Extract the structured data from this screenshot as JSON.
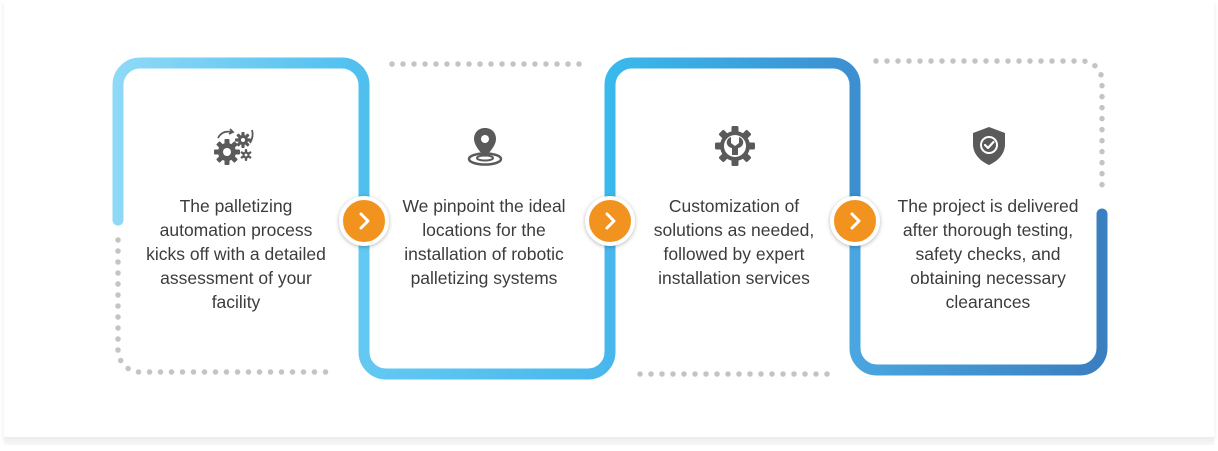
{
  "steps": [
    {
      "text": "The palletizing automation process kicks off with a detailed assessment of your facility",
      "icon": "gears-icon"
    },
    {
      "text": "We pinpoint the ideal locations for the installation of robotic palletizing systems",
      "icon": "location-pin-icon"
    },
    {
      "text": "Customization of solutions as needed, followed by expert installation services",
      "icon": "wrench-gear-icon"
    },
    {
      "text": "The project is delivered after thorough testing, safety checks, and obtaining necessary clearances",
      "icon": "shield-check-icon"
    }
  ],
  "arrows": [
    {
      "icon": "chevron-right-icon"
    },
    {
      "icon": "chevron-right-icon"
    },
    {
      "icon": "chevron-right-icon"
    }
  ],
  "colors": {
    "light_blue": "#7fd3f4",
    "mid_blue": "#4ab8ec",
    "dark_blue": "#3a87c6",
    "dots": "#c4c4c4",
    "arrow_fill": "#f2931f",
    "icon": "#5a5a5a",
    "text": "#3c3c3c"
  }
}
